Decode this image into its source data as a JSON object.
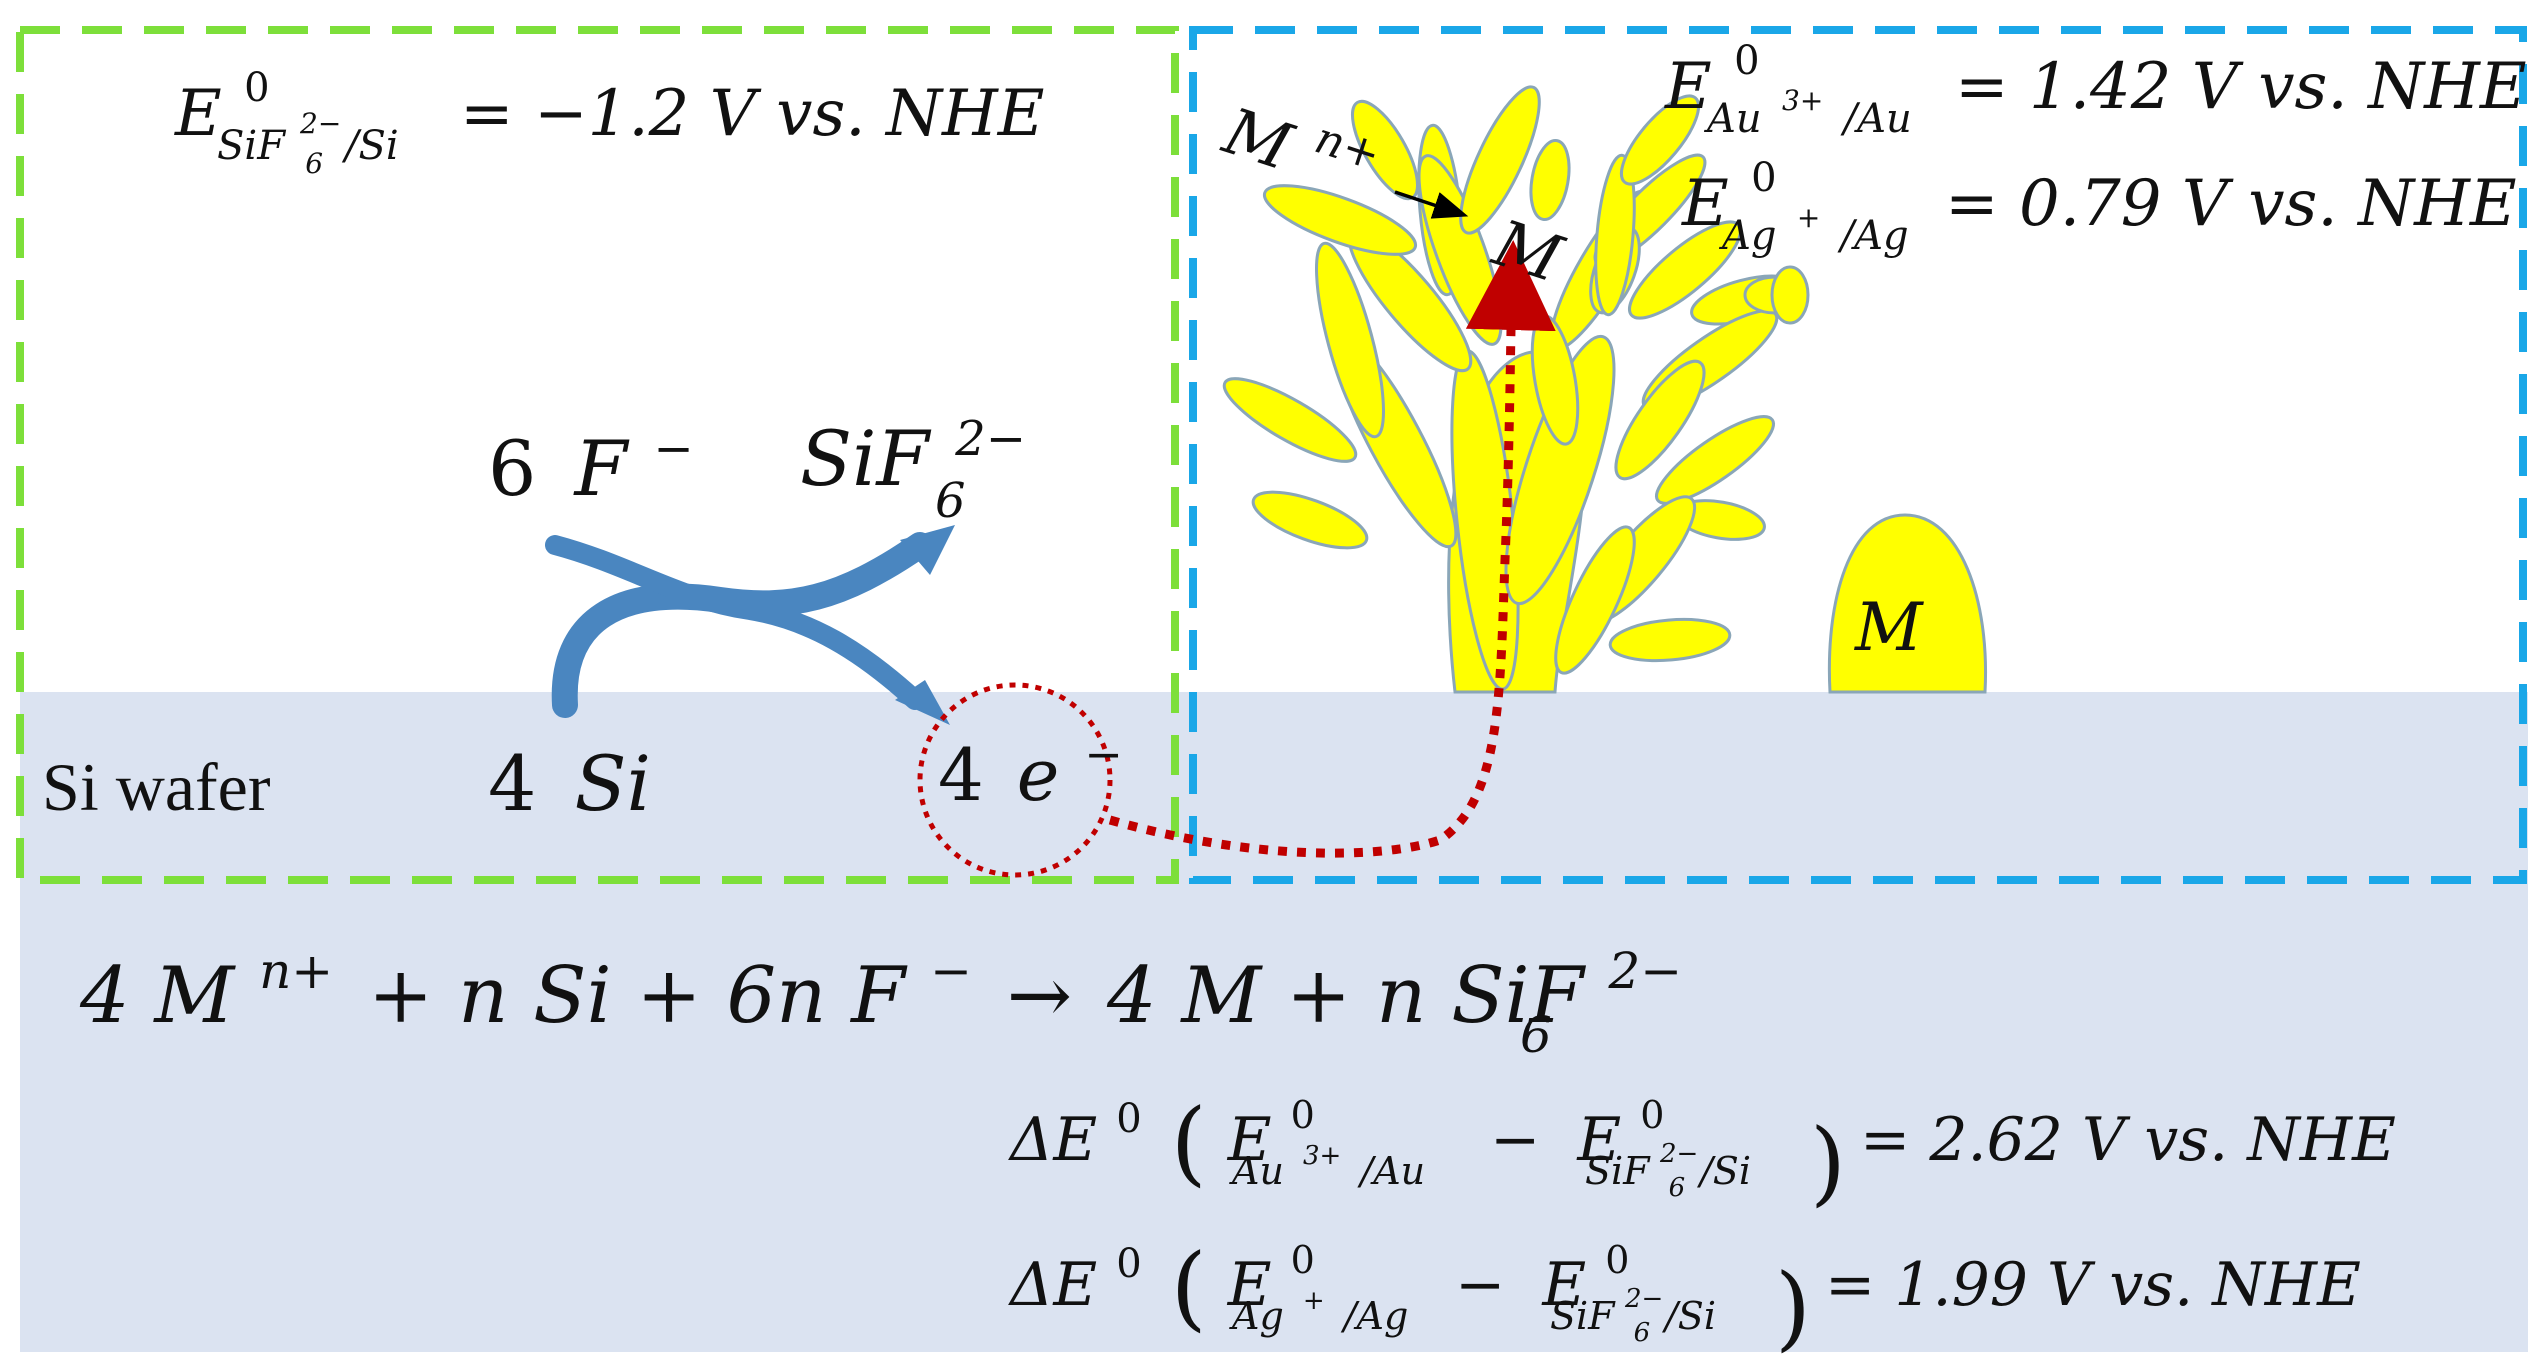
{
  "colors": {
    "wafer": "#dbe3f1",
    "green_box": "#7ddf3a",
    "blue_box": "#1aa7e8",
    "metal_fill": "#ffff00",
    "metal_stroke": "#8aa6b8",
    "arrow_blue": "#4a86c0",
    "electron_path": "#c00000"
  },
  "labels": {
    "wafer": "Si wafer",
    "reactant_f": {
      "coef": "6",
      "ion": "F",
      "charge": "−"
    },
    "product_sif6": {
      "base": "SiF",
      "sub": "6",
      "sup": "2−"
    },
    "reactant_si": {
      "coef": "4",
      "species": "Si"
    },
    "electrons": {
      "coef": "4",
      "species": "e",
      "charge": "−"
    },
    "metal_ion": {
      "base": "M",
      "sup": "n+"
    },
    "metal": "M",
    "metal_particle": "M"
  },
  "potentials": {
    "sif6": {
      "sym": "E",
      "sup": "0",
      "sub_a": "SiF",
      "sub_b": "6",
      "sub_c": "2−",
      "sub_d": "/Si",
      "rhs": "= −1.2 V vs. NHE"
    },
    "au": {
      "sym": "E",
      "sup": "0",
      "sub_a": "Au",
      "sub_c": "3+",
      "sub_d": "/Au",
      "rhs": "= 1.42 V vs. NHE"
    },
    "ag": {
      "sym": "E",
      "sup": "0",
      "sub_a": "Ag",
      "sub_c": "+",
      "sub_d": "/Ag",
      "rhs": "= 0.79 V vs. NHE"
    }
  },
  "overall_reaction": {
    "p1": "4 M",
    "p1_sup": "n+",
    "p2": "+ n Si + 6n F",
    "p2_sup": "−",
    "arrow": "→",
    "p3": "4 M + n SiF",
    "p3_sub": "6",
    "p3_sup": "2−"
  },
  "delta_au": {
    "delta": "ΔE",
    "delta_sup": "0",
    "open": "(",
    "e1": "E",
    "e1_sup": "0",
    "e1_sub": "Au",
    "e1_sub_sup": "3+",
    "e1_sub_end": "/Au",
    "minus": "−",
    "e2": "E",
    "e2_sup": "0",
    "e2_sub": "SiF",
    "e2_sub_sub": "6",
    "e2_sub_sup": "2−",
    "e2_sub_end": "/Si",
    "close": ")",
    "rhs": "= 2.62 V vs. NHE"
  },
  "delta_ag": {
    "delta": "ΔE",
    "delta_sup": "0",
    "open": "(",
    "e1": "E",
    "e1_sup": "0",
    "e1_sub": "Ag",
    "e1_sub_sup": "+",
    "e1_sub_end": "/Ag",
    "minus": "−",
    "e2": "E",
    "e2_sup": "0",
    "e2_sub": "SiF",
    "e2_sub_sub": "6",
    "e2_sub_sup": "2−",
    "e2_sub_end": "/Si",
    "close": ")",
    "rhs": "= 1.99 V vs. NHE"
  }
}
